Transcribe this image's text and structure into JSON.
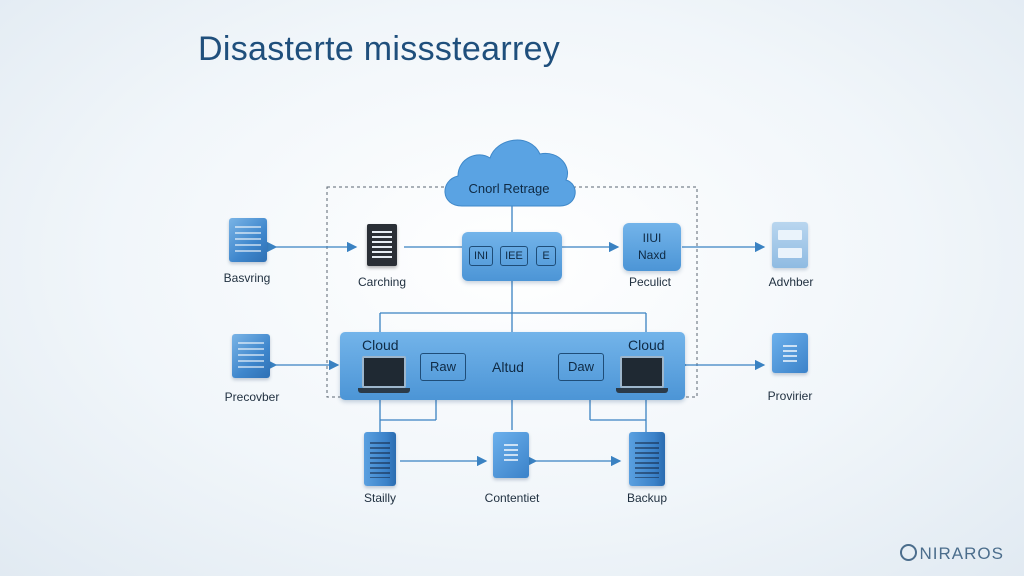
{
  "title": "Disasterte missstearrey",
  "cloud_label": "Cnorl Retrage",
  "switch_chips": [
    "INI",
    "IEE",
    "E"
  ],
  "product_box": {
    "line1": "IIUI",
    "line2": "Naxd"
  },
  "hub": {
    "left_label": "Cloud",
    "right_label": "Cloud",
    "left_chip": "Raw",
    "center": "Altud",
    "right_chip": "Daw"
  },
  "nodes": {
    "basvring": "Basvring",
    "carching": "Carching",
    "peculict": "Peculict",
    "advhber": "Advhber",
    "precovber": "Precovber",
    "provirier": "Provirier",
    "stailly": "Stailly",
    "contentiet": "Contentiet",
    "backup": "Backup"
  },
  "watermark": "NIRAROS",
  "colors": {
    "accent": "#4c95d6",
    "title": "#1f4f7c",
    "line": "#3a82c2"
  },
  "icons": [
    "server-icon",
    "document-icon",
    "laptop-icon",
    "cloud-icon",
    "tower-server-icon",
    "storage-stack-icon"
  ]
}
